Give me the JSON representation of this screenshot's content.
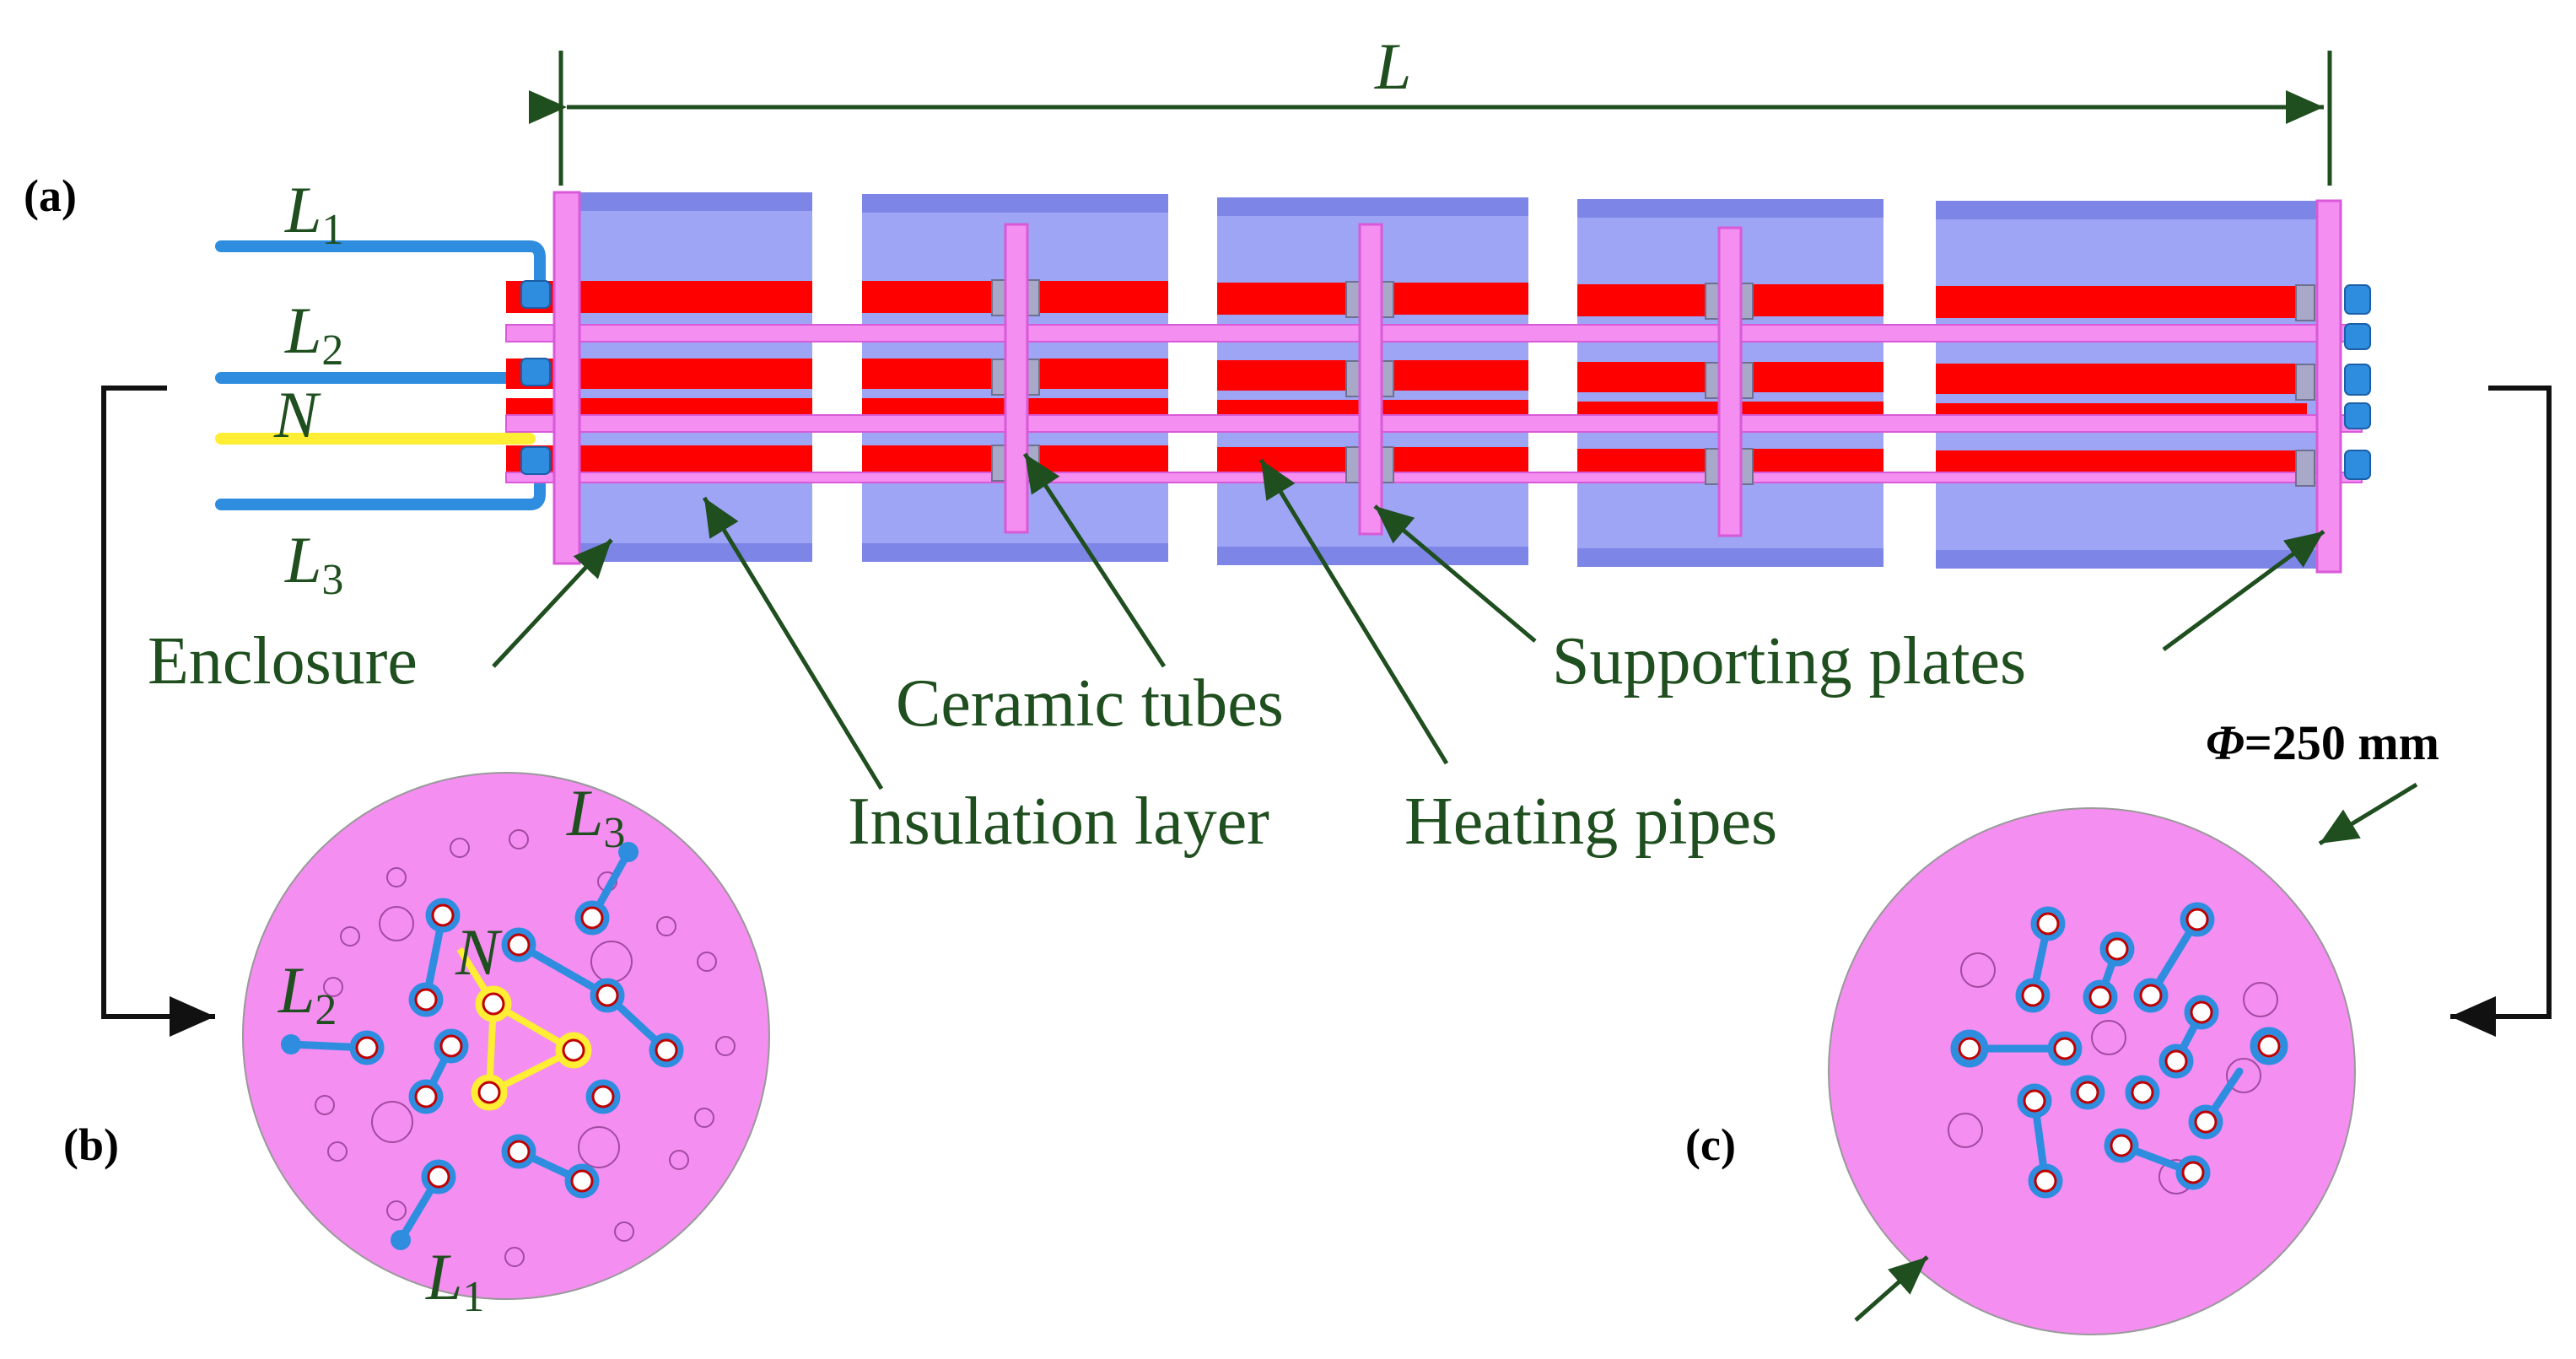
{
  "panels": {
    "a": "(a)",
    "b": "(b)",
    "c": "(c)"
  },
  "dimensions": {
    "length": "L",
    "diameter_symbol": "Φ",
    "diameter_value": "=250 mm"
  },
  "phases": {
    "L1": {
      "main": "L",
      "sub": "1"
    },
    "L2": {
      "main": "L",
      "sub": "2"
    },
    "L3": {
      "main": "L",
      "sub": "3"
    },
    "N": "N"
  },
  "labels": {
    "enclosure": "Enclosure",
    "ceramic_tubes": "Ceramic tubes",
    "supporting_plates": "Supporting plates",
    "insulation_layer": "Insulation layer",
    "heating_pipes": "Heating pipes"
  },
  "colors": {
    "enclosure": "#9ea5f5",
    "enclosure_dark": "#7d85e6",
    "heating_pipe": "#ff0000",
    "plate": "#f48ef0",
    "plate_edge": "#d85ad8",
    "wire_blue": "#2f8de0",
    "wire_neutral": "#ffee33",
    "annotation": "#1f4e1f"
  }
}
